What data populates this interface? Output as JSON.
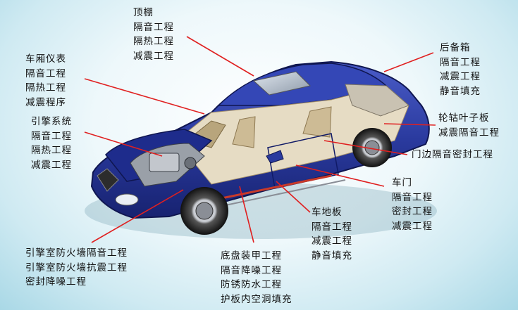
{
  "colors": {
    "background": "#cfeaf2",
    "car_body": "#2a3a9e",
    "leader_line": "#e02020",
    "text": "#111111"
  },
  "callouts": {
    "roof": {
      "lines": [
        "顶棚",
        "隔音工程",
        "隔热工程",
        "减震工程"
      ]
    },
    "dashboard": {
      "lines": [
        "车厢仪表",
        "隔音工程",
        "隔热工程",
        "减震程序"
      ]
    },
    "engine": {
      "lines": [
        "引擎系统",
        "隔音工程",
        "隔热工程",
        "减震工程"
      ]
    },
    "trunk": {
      "lines": [
        "后备箱",
        "隔音工程",
        "减震工程",
        "静音填充"
      ]
    },
    "wheel_fender": {
      "lines": [
        "轮轱叶子板",
        "减震隔音工程"
      ]
    },
    "door_edge": {
      "lines": [
        "门边隔音密封工程"
      ]
    },
    "door": {
      "lines": [
        "车门",
        "隔音工程",
        "密封工程",
        "减震工程"
      ]
    },
    "floor": {
      "lines": [
        "车地板",
        "隔音工程",
        "减震工程",
        "静音填充"
      ]
    },
    "chassis": {
      "lines": [
        "底盘装甲工程",
        "隔音降噪工程",
        "防锈防水工程",
        "护板内空洞填充"
      ]
    },
    "firewall": {
      "lines": [
        "引擎室防火墙隔音工程",
        "引擎室防火墙抗震工程",
        "密封降噪工程"
      ]
    }
  }
}
